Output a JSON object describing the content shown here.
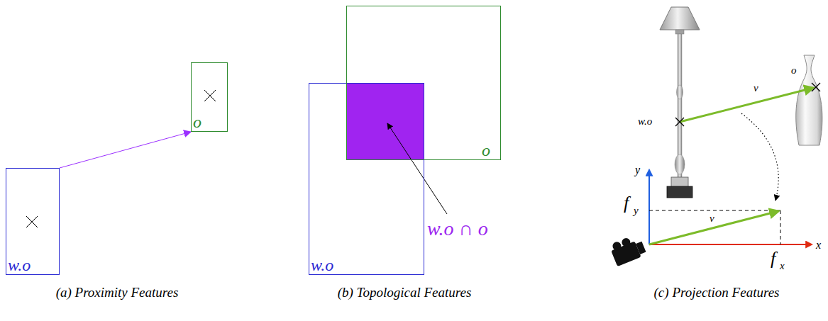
{
  "diagram": {
    "nodes": [
      {
        "text": [
          "w.o"
        ]
      },
      {
        "text": [
          "o"
        ]
      },
      {
        "text": [
          "w.o"
        ]
      },
      {
        "text": [
          "o"
        ]
      }
    ],
    "edges": [
      {
        "from": 0,
        "to": 1,
        "arrow": "to"
      }
    ],
    "labels": [
      "(a) Proximity Features",
      "(b) Topological Features",
      "(c) Projection Features",
      "w.o ∩ o",
      "w.o",
      "o",
      "v",
      "v",
      "y",
      "x",
      "f",
      "y",
      "f",
      "x"
    ]
  }
}
